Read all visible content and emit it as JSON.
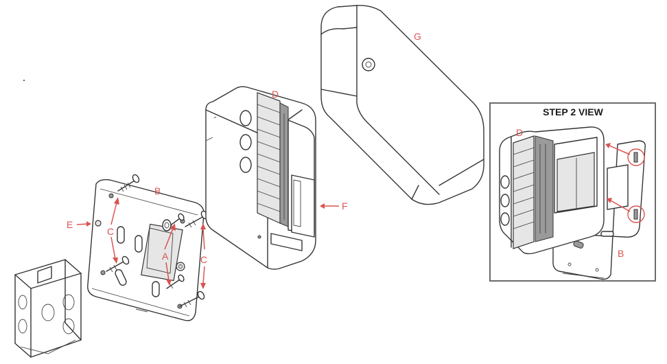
{
  "labels": {
    "a": "A",
    "b": "B",
    "c_left": "C",
    "c_right": "C",
    "d": "D",
    "e": "E",
    "f": "F",
    "g": "G"
  },
  "inset": {
    "title": "STEP 2 VIEW",
    "label_d": "D",
    "label_b": "B"
  },
  "colors": {
    "annotation": "#d9534f",
    "line": "#333333",
    "inset_border": "#6b6b6b"
  }
}
